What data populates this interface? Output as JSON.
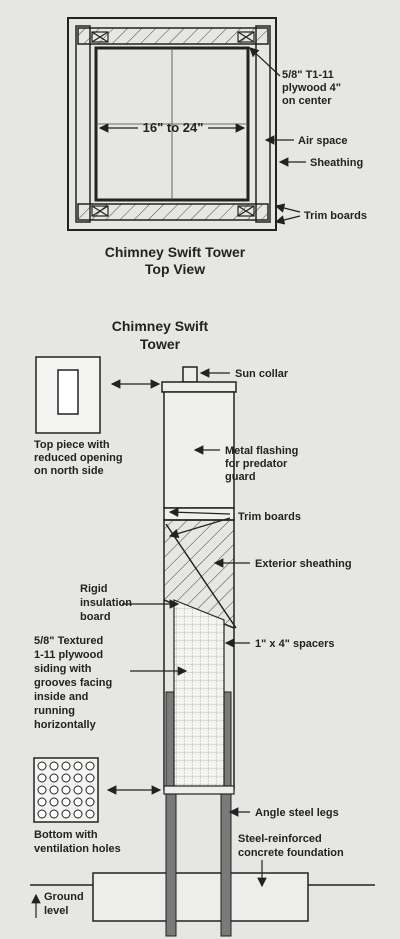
{
  "top_view": {
    "title_line1": "Chimney Swift Tower",
    "title_line2": "Top View",
    "dimension": "16\" to 24\"",
    "label_plywood_1": "5/8\" T1-11",
    "label_plywood_2": "plywood 4\"",
    "label_plywood_3": "on center",
    "label_air_space": "Air space",
    "label_sheathing": "Sheathing",
    "label_trim_boards": "Trim boards"
  },
  "side_view": {
    "title_line1": "Chimney Swift",
    "title_line2": "Tower",
    "label_sun_collar": "Sun collar",
    "label_top_piece_1": "Top piece with",
    "label_top_piece_2": "reduced opening",
    "label_top_piece_3": "on north side",
    "label_flashing_1": "Metal flashing",
    "label_flashing_2": "for predator",
    "label_flashing_3": "guard",
    "label_trim_boards": "Trim boards",
    "label_exterior_sheathing": "Exterior sheathing",
    "label_rigid_1": "Rigid",
    "label_rigid_2": "insulation",
    "label_rigid_3": "board",
    "label_siding_1": "5/8\" Textured",
    "label_siding_2": "1-11 plywood",
    "label_siding_3": "siding with",
    "label_siding_4": "grooves facing",
    "label_siding_5": "inside and",
    "label_siding_6": "running",
    "label_siding_7": "horizontally",
    "label_spacers": "1\" x 4\" spacers",
    "label_bottom_1": "Bottom with",
    "label_bottom_2": "ventilation holes",
    "label_angle_steel": "Angle steel legs",
    "label_concrete_1": "Steel-reinforced",
    "label_concrete_2": "concrete foundation",
    "label_ground_1": "Ground",
    "label_ground_2": "level"
  },
  "colors": {
    "background": "#e6e6e3",
    "line": "#222222",
    "steel": "#7a7a7a"
  }
}
